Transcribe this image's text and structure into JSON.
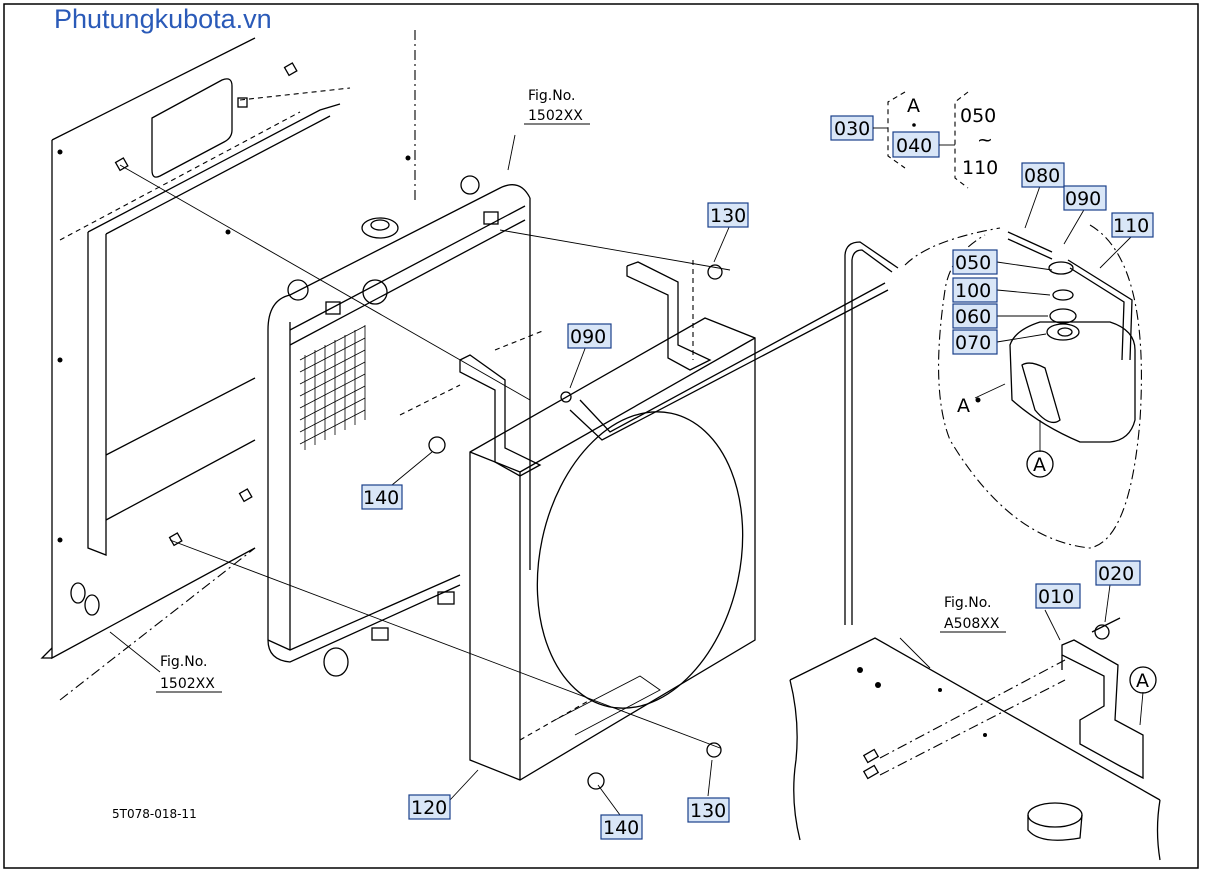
{
  "watermark": "Phutungkubota.vn",
  "drawing_code": "5T078-018-11",
  "fig_refs": [
    {
      "label": "Fig.No.",
      "number": "1502XX"
    },
    {
      "label": "Fig.No.",
      "number": "1502XX"
    },
    {
      "label": "Fig.No.",
      "number": "A508XX"
    }
  ],
  "legend": {
    "ref_030": "030",
    "letter_a": "A",
    "ref_040": "040",
    "range_start": "050",
    "range_tilde": "~",
    "range_end": "110"
  },
  "callouts": [
    {
      "id": "130-top",
      "text": "130"
    },
    {
      "id": "090-left",
      "text": "090"
    },
    {
      "id": "140-left",
      "text": "140"
    },
    {
      "id": "120",
      "text": "120"
    },
    {
      "id": "140-bottom",
      "text": "140"
    },
    {
      "id": "130-bottom",
      "text": "130"
    },
    {
      "id": "080",
      "text": "080"
    },
    {
      "id": "090-right",
      "text": "090"
    },
    {
      "id": "110",
      "text": "110"
    },
    {
      "id": "050",
      "text": "050"
    },
    {
      "id": "100",
      "text": "100"
    },
    {
      "id": "060",
      "text": "060"
    },
    {
      "id": "070",
      "text": "070"
    },
    {
      "id": "010",
      "text": "010"
    },
    {
      "id": "020",
      "text": "020"
    }
  ],
  "markers": {
    "a_pointer": "A",
    "a_circle_tank": "A",
    "a_circle_bracket": "A"
  },
  "colors": {
    "callout_fill": "#d9e6f7",
    "callout_stroke": "#1a3f8a",
    "watermark": "#2a5ab8"
  }
}
